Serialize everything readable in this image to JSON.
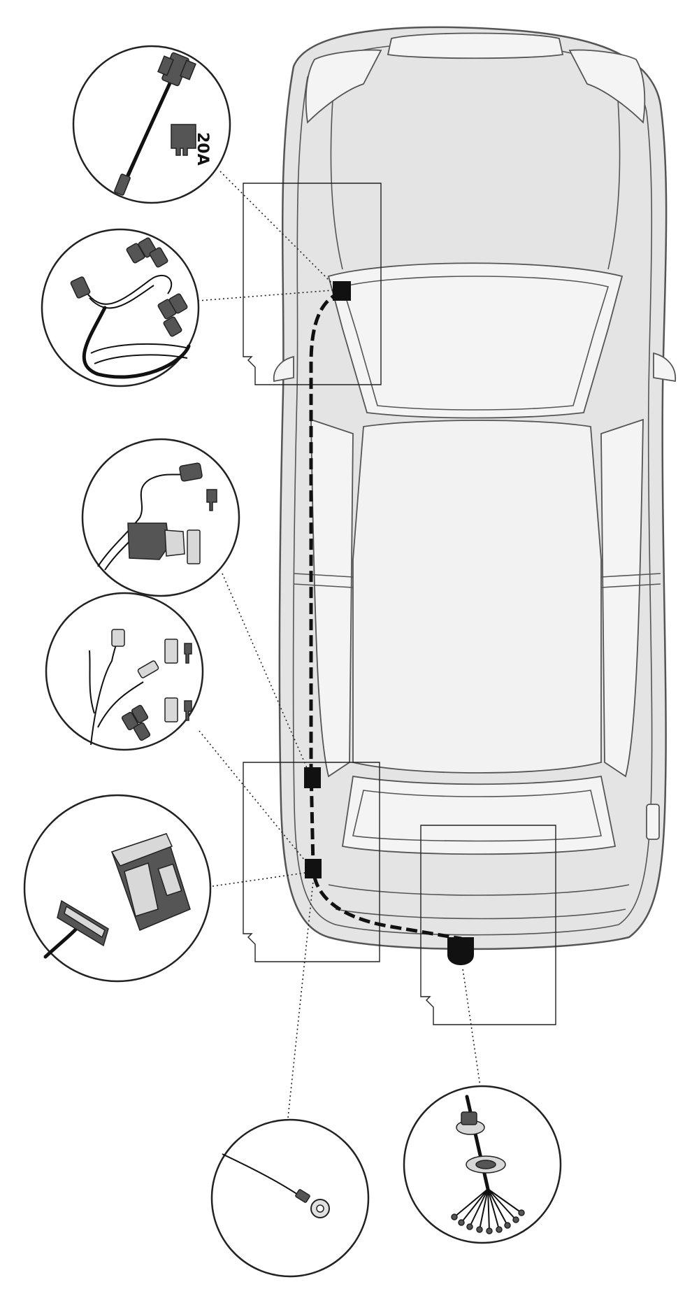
{
  "diagram": {
    "colors": {
      "background": "#ffffff",
      "body_fill": "#e4e4e4",
      "body_stroke": "#555555",
      "glass_fill": "#f4f4f4",
      "line_color": "#222222",
      "connector_fill": "#111111",
      "wire_color": "#111111"
    },
    "fuse": {
      "label": "20A"
    },
    "callouts": [
      {
        "id": "fuse-tap",
        "icon": "fuse-tap-icon"
      },
      {
        "id": "wire-plugs",
        "icon": "wire-plugs-icon"
      },
      {
        "id": "relay",
        "icon": "relay-connector-icon"
      },
      {
        "id": "spade-connectors",
        "icon": "spade-connectors-icon"
      },
      {
        "id": "control-module",
        "icon": "control-module-icon"
      },
      {
        "id": "ground-ring",
        "icon": "ground-ring-terminal-icon"
      },
      {
        "id": "trailer-socket",
        "icon": "trailer-socket-icon"
      }
    ]
  }
}
